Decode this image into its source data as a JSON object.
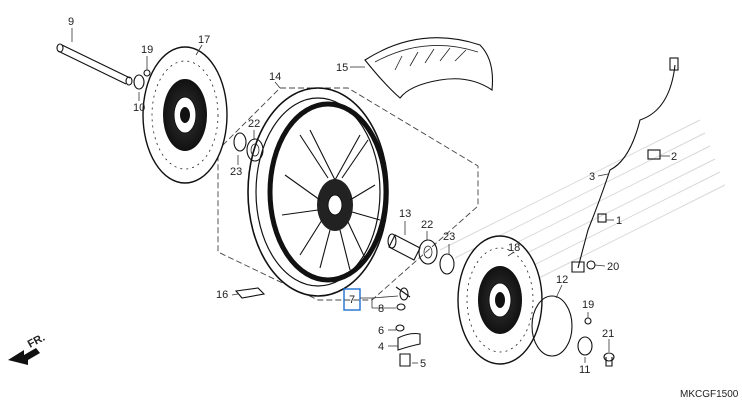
{
  "diagram": {
    "code": "MKCGF1500",
    "front_label": "FR.",
    "highlight_color": "#1f6fd1",
    "callouts": [
      {
        "id": "9",
        "text": "9"
      },
      {
        "id": "19a",
        "text": "19"
      },
      {
        "id": "17",
        "text": "17"
      },
      {
        "id": "10",
        "text": "10"
      },
      {
        "id": "14",
        "text": "14"
      },
      {
        "id": "15",
        "text": "15"
      },
      {
        "id": "22a",
        "text": "22"
      },
      {
        "id": "23a",
        "text": "23"
      },
      {
        "id": "2",
        "text": "2"
      },
      {
        "id": "3",
        "text": "3"
      },
      {
        "id": "1",
        "text": "1"
      },
      {
        "id": "13",
        "text": "13"
      },
      {
        "id": "22b",
        "text": "22"
      },
      {
        "id": "23b",
        "text": "23"
      },
      {
        "id": "18",
        "text": "18"
      },
      {
        "id": "20",
        "text": "20"
      },
      {
        "id": "16",
        "text": "16"
      },
      {
        "id": "7",
        "text": "7"
      },
      {
        "id": "8",
        "text": "8"
      },
      {
        "id": "12",
        "text": "12"
      },
      {
        "id": "19b",
        "text": "19"
      },
      {
        "id": "6",
        "text": "6"
      },
      {
        "id": "4",
        "text": "4"
      },
      {
        "id": "5",
        "text": "5"
      },
      {
        "id": "21",
        "text": "21"
      },
      {
        "id": "11",
        "text": "11"
      }
    ]
  }
}
